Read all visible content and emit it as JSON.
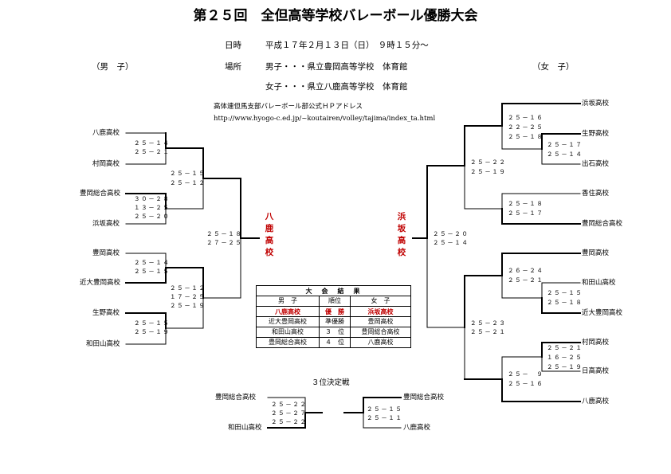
{
  "title": "第２５回　全但高等学校バレーボール優勝大会",
  "info": {
    "date_label": "日時",
    "date_value": "平成１７年２月１３日（日）　９時１５分～",
    "place_label": "場所",
    "place_male": "男子・・・県立豊岡高等学校　体育館",
    "place_female": "女子・・・県立八鹿高等学校　体育館",
    "site_note": "高体連但馬支部バレーボール部公式ＨＰアドレス",
    "site_url": "http://www.hyogo-c.ed.jp/~koutairen/volley/tajima/index_ta.html"
  },
  "labels": {
    "male": "（男　子）",
    "female": "（女　子）"
  },
  "male": {
    "teams": [
      "八鹿高校",
      "村岡高校",
      "豊岡総合高校",
      "浜坂高校",
      "豊岡高校",
      "近大豊岡高校",
      "生野高校",
      "和田山高校"
    ],
    "r1": [
      [
        "２５－１４",
        "２５－２１"
      ],
      [
        "３０－２８",
        "１３－２５",
        "２５－２０"
      ],
      [
        "２５－１４",
        "２５－１５"
      ],
      [
        "２５－１５",
        "２５－１９"
      ]
    ],
    "r2": [
      [
        "２５－１５",
        "２５－１２"
      ],
      [
        "２５－１２",
        "１７－２５",
        "２５－１９"
      ]
    ],
    "final": [
      "２５－１８",
      "２７－２５"
    ],
    "champion": [
      "八",
      "鹿",
      "高",
      "校"
    ]
  },
  "female": {
    "teams": [
      "浜坂高校",
      "生野高校",
      "出石高校",
      "香住高校",
      "豊岡総合高校",
      "豊岡高校",
      "和田山高校",
      "近大豊岡高校",
      "村岡高校",
      "日高高校",
      "八鹿高校"
    ],
    "scores": {
      "s_ikuno_izushi": [
        "２５－１７",
        "２５－１４"
      ],
      "s_hamasaka_r1": [
        "２５－１６",
        "２２－２５",
        "２５－１８"
      ],
      "s_kasumi": [
        "２５－１８",
        "２５－１７"
      ],
      "s_top_semi": [
        "２５－２２",
        "２５－１９"
      ],
      "s_wadayama_kindai": [
        "２５－１５",
        "２５－１８"
      ],
      "s_toyooka_r1": [
        "２６－２４",
        "２５－２１"
      ],
      "s_muraoka_hidaka": [
        "２５－２１",
        "１６－２５",
        "２５－１９"
      ],
      "s_yoka_r1": [
        "２５－　９",
        "２５－１６"
      ],
      "s_bottom_semi": [
        "２５－２３",
        "２５－２１"
      ],
      "s_final": [
        "２５－２０",
        "２５－１４"
      ]
    },
    "champion": [
      "浜",
      "坂",
      "高",
      "校"
    ]
  },
  "results": {
    "title": "大　会　結　果",
    "cols": [
      "男　子",
      "順位",
      "女　子"
    ],
    "rows": [
      {
        "male": "八鹿高校",
        "rank": "優　勝",
        "female": "浜坂高校"
      },
      {
        "male": "近大豊岡高校",
        "rank": "準優勝",
        "female": "豊岡高校"
      },
      {
        "male": "和田山高校",
        "rank": "３　位",
        "female": "豊岡総合高校"
      },
      {
        "male": "豊岡総合高校",
        "rank": "４　位",
        "female": "八鹿高校"
      }
    ]
  },
  "third_place": {
    "title": "３位決定戦",
    "male_teams": [
      "豊岡総合高校",
      "和田山高校"
    ],
    "male_scores": [
      "２５－２２",
      "２５－２７",
      "２５－２２"
    ],
    "female_teams": [
      "豊岡総合高校",
      "八鹿高校"
    ],
    "female_scores": [
      "２５－１５",
      "２５－１１"
    ]
  },
  "colors": {
    "winner": "#c00000",
    "line": "#000000"
  }
}
